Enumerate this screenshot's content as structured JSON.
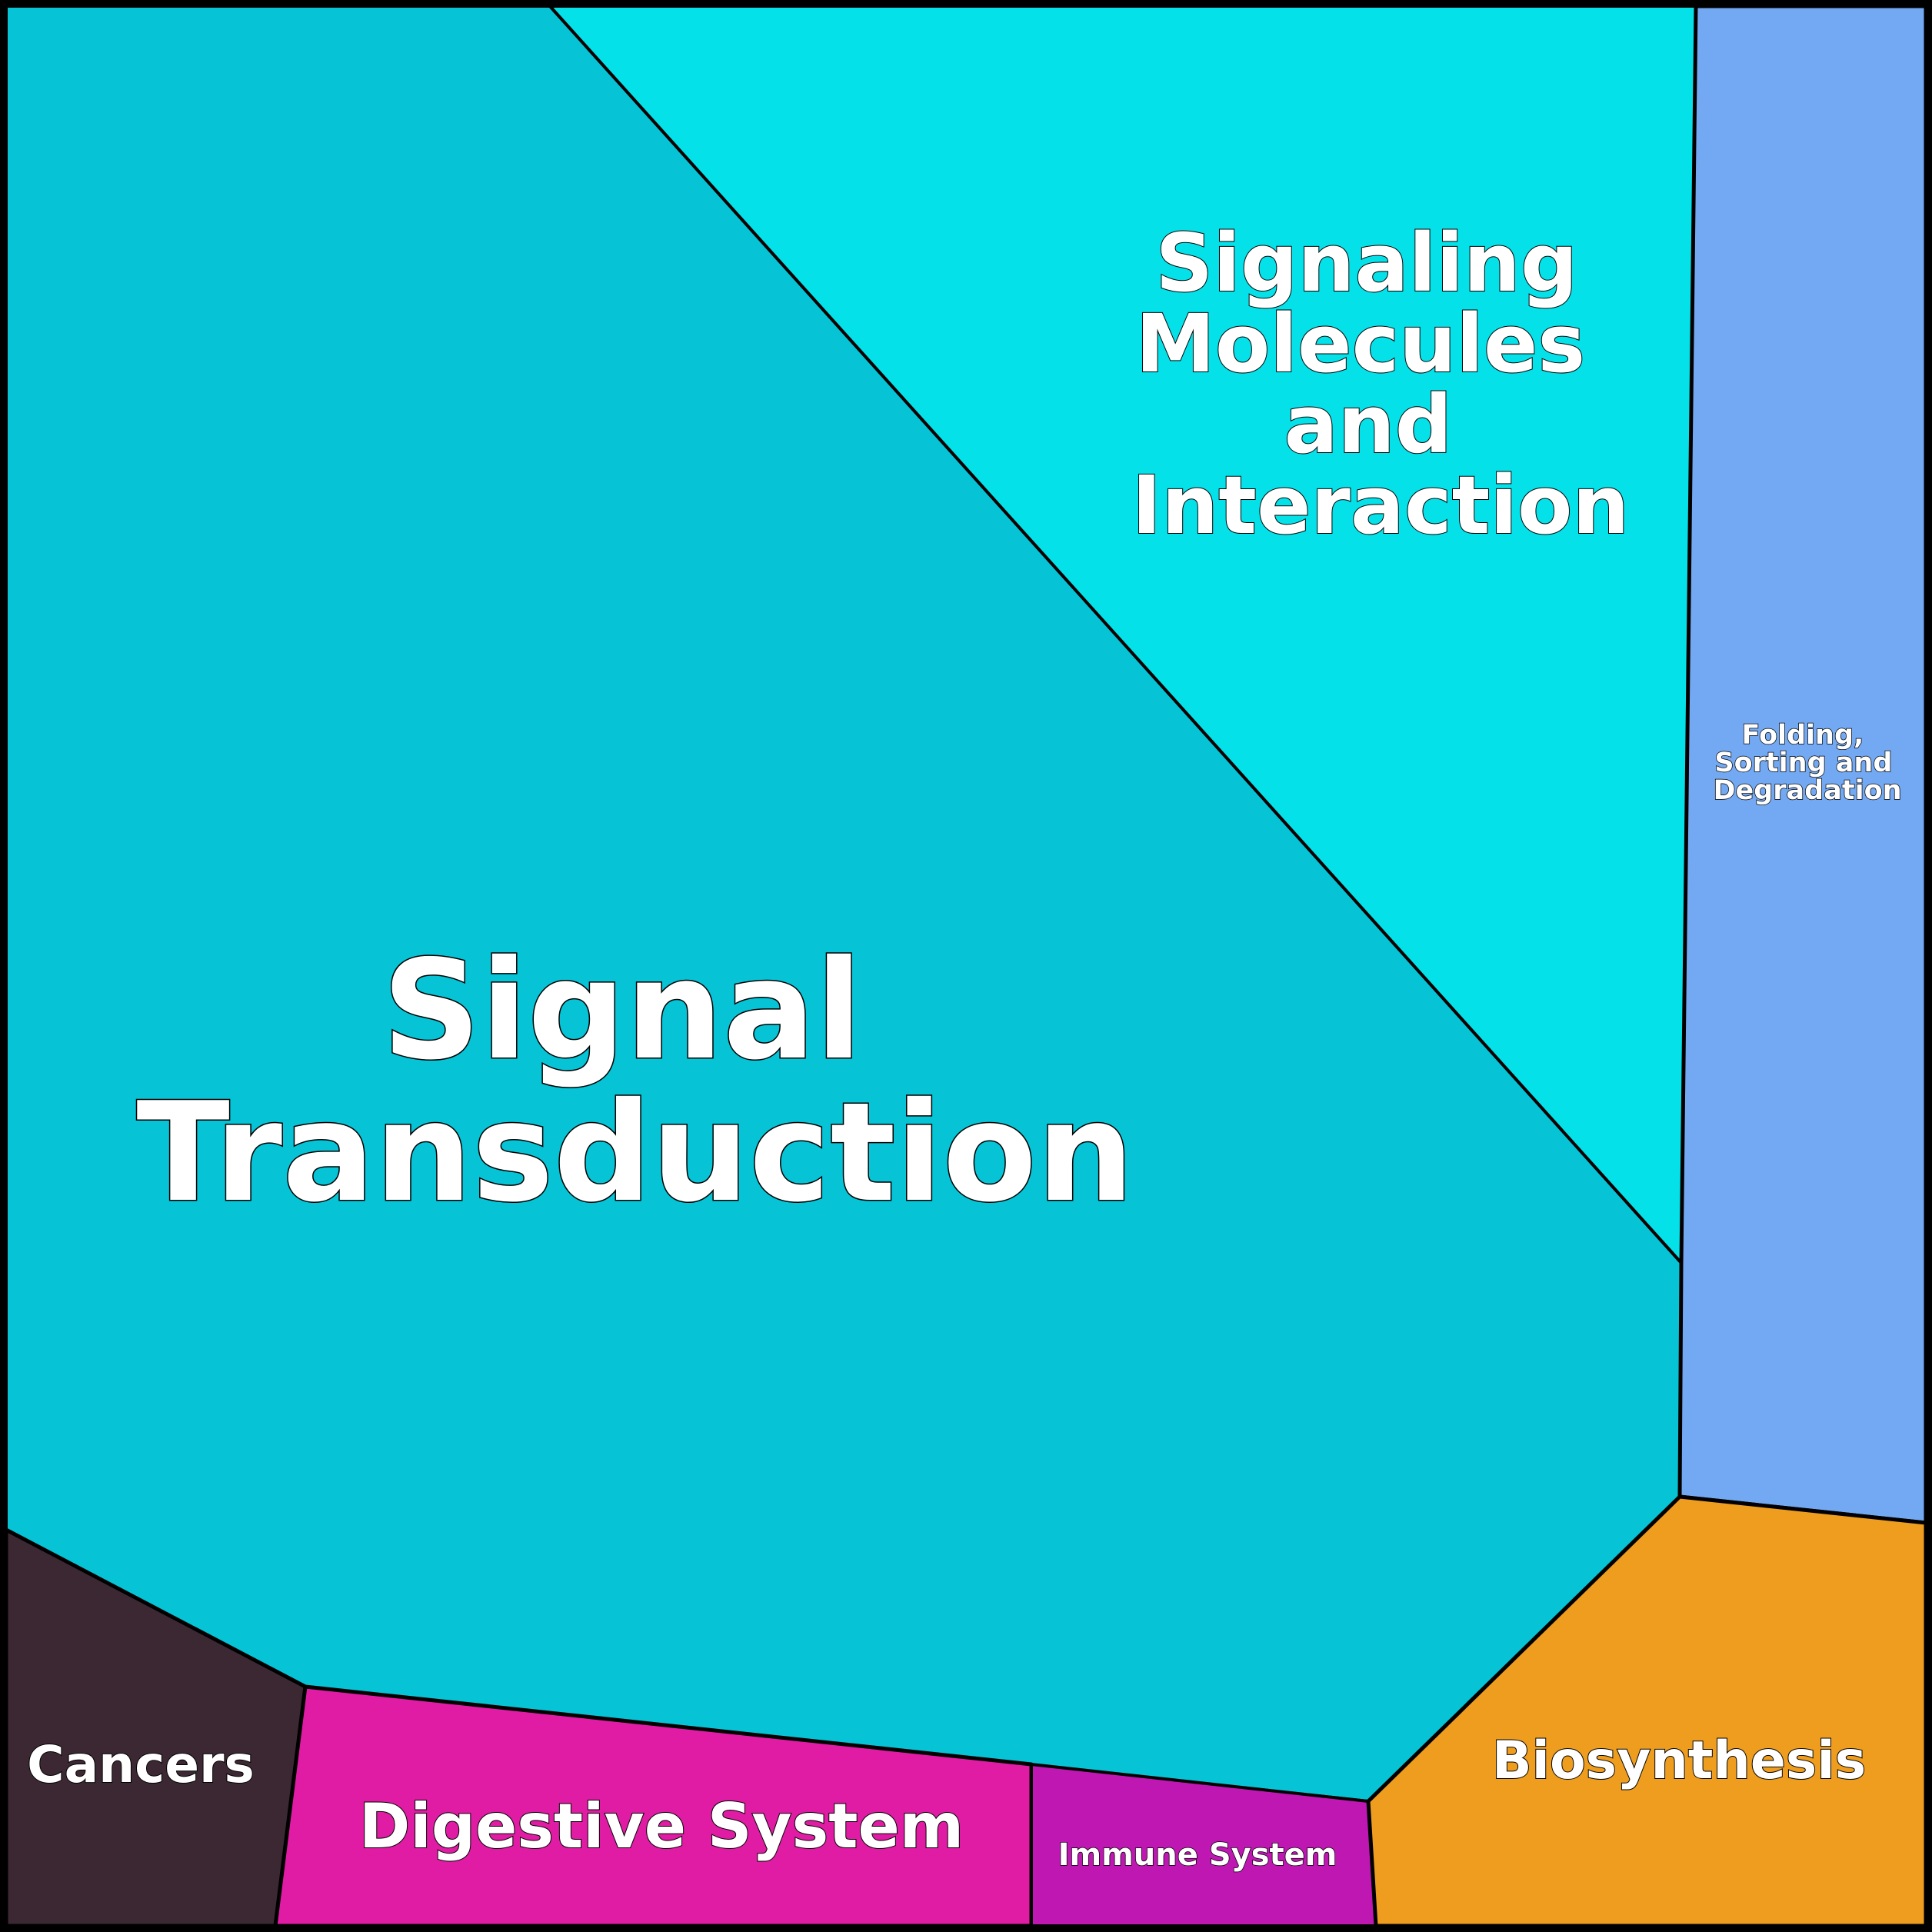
{
  "regions": {
    "signal_transduction": {
      "label_lines": [
        "Signal",
        "Transduction"
      ],
      "color": "#06C3D6"
    },
    "signaling_molecules": {
      "label_lines": [
        "Signaling",
        "Molecules",
        "and",
        "Interaction"
      ],
      "color": "#05E1E9"
    },
    "folding_sorting": {
      "label_lines": [
        "Folding,",
        "Sorting and",
        "Degradation"
      ],
      "color": "#73A9F2"
    },
    "cancers": {
      "label_lines": [
        "Cancers"
      ],
      "color": "#3C2832"
    },
    "digestive_system": {
      "label_lines": [
        "Digestive System"
      ],
      "color": "#DF1CA3"
    },
    "immune_system": {
      "label_lines": [
        "Immune System"
      ],
      "color": "#BF17B2"
    },
    "biosynthesis": {
      "label_lines": [
        "Biosynthesis"
      ],
      "color": "#EE9D1F"
    }
  },
  "border_color": "#000000"
}
